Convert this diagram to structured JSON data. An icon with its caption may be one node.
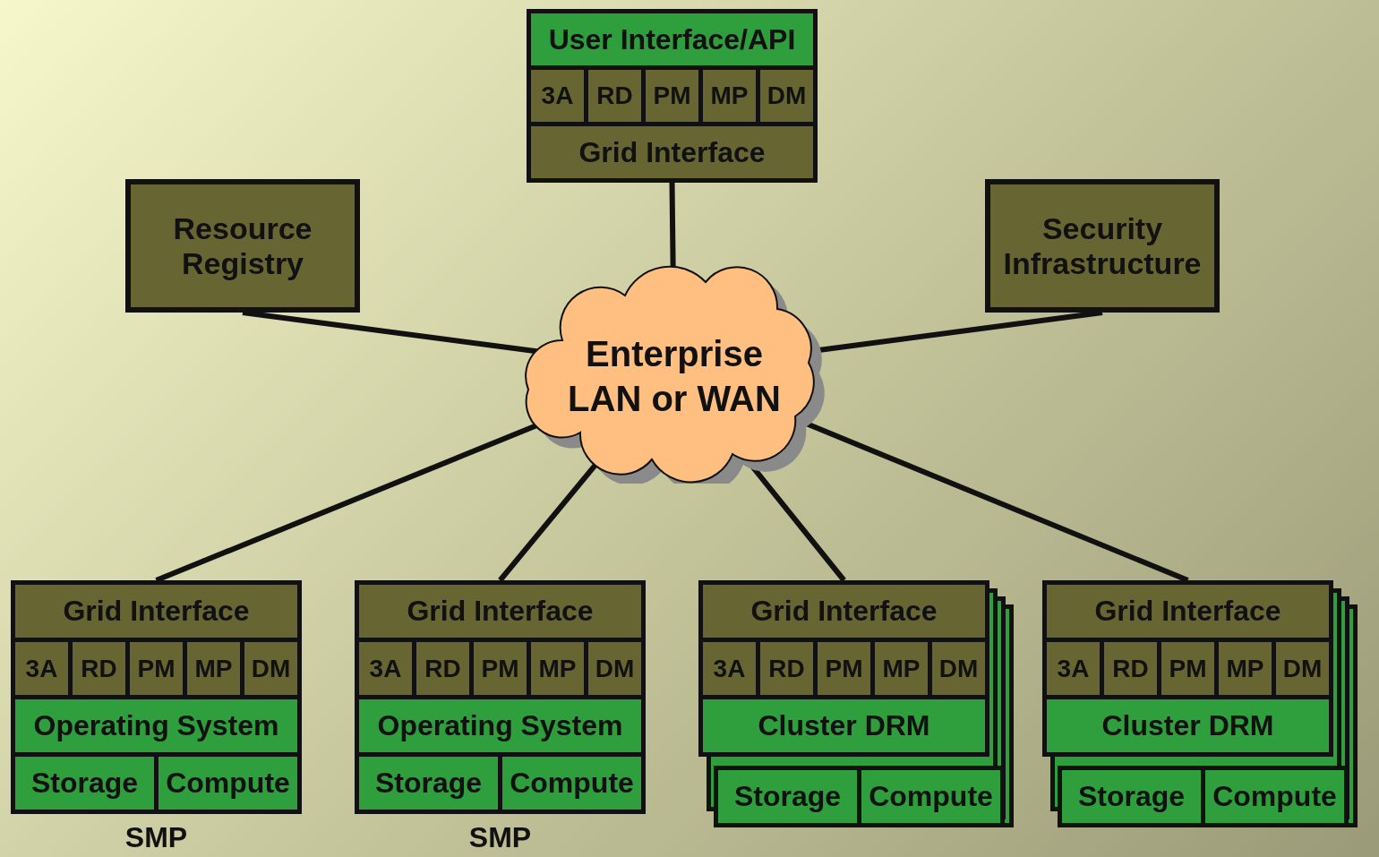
{
  "diagram": {
    "nodes": [
      {
        "text": [],
        "shape": "box"
      },
      {
        "text": [
          "User Interface/API"
        ],
        "in": 0
      },
      {
        "text": [
          "3A"
        ],
        "in": 0
      },
      {
        "text": [
          "RD"
        ],
        "in": 0
      },
      {
        "text": [
          "PM"
        ],
        "in": 0
      },
      {
        "text": [
          "MP"
        ],
        "in": 0
      },
      {
        "text": [
          "DM"
        ],
        "in": 0
      },
      {
        "text": [
          "Grid Interface"
        ],
        "in": 0
      },
      {
        "text": [
          "Resource Registry"
        ]
      },
      {
        "text": [
          "Security Infrastructure"
        ]
      },
      {
        "text": [
          "Enterprise LAN or WAN"
        ]
      },
      {
        "text": [],
        "shape": "box",
        "beside": [
          "SMP"
        ]
      },
      {
        "text": [
          "Grid Interface"
        ],
        "in": 11
      },
      {
        "text": [
          "3A"
        ],
        "in": 11
      },
      {
        "text": [
          "RD"
        ],
        "in": 11
      },
      {
        "text": [
          "PM"
        ],
        "in": 11
      },
      {
        "text": [
          "MP"
        ],
        "in": 11
      },
      {
        "text": [
          "DM"
        ],
        "in": 11
      },
      {
        "text": [
          "Operating System"
        ],
        "in": 11
      },
      {
        "text": [
          "Storage"
        ],
        "in": 11
      },
      {
        "text": [
          "Compute"
        ],
        "in": 11
      },
      {
        "text": [],
        "shape": "box",
        "beside": [
          "SMP"
        ]
      },
      {
        "text": [
          "Grid Interface"
        ],
        "in": 21
      },
      {
        "text": [
          "3A"
        ],
        "in": 21
      },
      {
        "text": [
          "RD"
        ],
        "in": 21
      },
      {
        "text": [
          "PM"
        ],
        "in": 21
      },
      {
        "text": [
          "MP"
        ],
        "in": 21
      },
      {
        "text": [
          "DM"
        ],
        "in": 21
      },
      {
        "text": [
          "Operating System"
        ],
        "in": 21
      },
      {
        "text": [
          "Storage"
        ],
        "in": 21
      },
      {
        "text": [
          "Compute"
        ],
        "in": 21
      },
      {
        "text": [],
        "shape": "box"
      },
      {
        "text": [
          "Grid Interface"
        ],
        "in": 31
      },
      {
        "text": [
          "3A"
        ],
        "in": 31
      },
      {
        "text": [
          "RD"
        ],
        "in": 31
      },
      {
        "text": [
          "PM"
        ],
        "in": 31
      },
      {
        "text": [
          "MP"
        ],
        "in": 31
      },
      {
        "text": [
          "DM"
        ],
        "in": 31
      },
      {
        "text": [
          "Cluster DRM"
        ],
        "in": 31
      },
      {
        "text": [
          "Storage"
        ],
        "in": 31
      },
      {
        "text": [
          "Compute"
        ],
        "in": 31
      },
      {
        "text": [],
        "shape": "box"
      },
      {
        "text": [
          "Grid Interface"
        ],
        "in": 41
      },
      {
        "text": [
          "3A"
        ],
        "in": 41
      },
      {
        "text": [
          "RD"
        ],
        "in": 41
      },
      {
        "text": [
          "PM"
        ],
        "in": 41
      },
      {
        "text": [
          "MP"
        ],
        "in": 41
      },
      {
        "text": [
          "DM"
        ],
        "in": 41
      },
      {
        "text": [
          "Cluster DRM"
        ],
        "in": 41
      },
      {
        "text": [
          "Storage"
        ],
        "in": 41
      },
      {
        "text": [
          "Compute"
        ],
        "in": 41
      }
    ],
    "edges": [
      {
        "from": 0,
        "to": 10,
        "arrow": "none"
      },
      {
        "from": 8,
        "to": 10,
        "arrow": "none"
      },
      {
        "from": 9,
        "to": 10,
        "arrow": "none"
      },
      {
        "from": 10,
        "to": 11,
        "arrow": "none"
      },
      {
        "from": 10,
        "to": 21,
        "arrow": "none"
      },
      {
        "from": 10,
        "to": 31,
        "arrow": "none"
      },
      {
        "from": 10,
        "to": 41,
        "arrow": "none"
      }
    ]
  }
}
